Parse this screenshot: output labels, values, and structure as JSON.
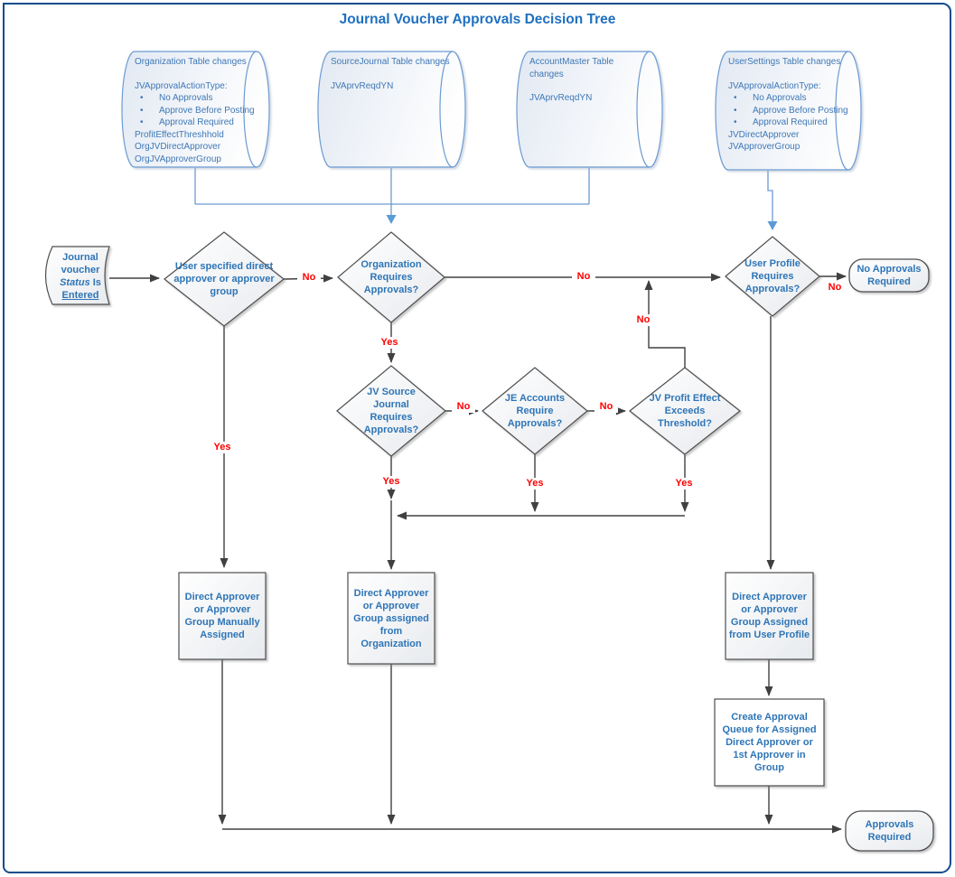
{
  "title": "Journal Voucher Approvals Decision Tree",
  "datastores": [
    {
      "title": "Organization Table changes",
      "header": "JVApprovalActionType:",
      "bullets": [
        "No Approvals",
        "Approve Before Posting",
        "Approval Required"
      ],
      "fields": [
        "ProfitEffectThreshhold",
        "OrgJVDirectApprover",
        "OrgJVApproverGroup"
      ]
    },
    {
      "title": "SourceJournal Table changes",
      "fields": [
        "JVAprvReqdYN"
      ]
    },
    {
      "title": "AccountMaster Table changes",
      "fields": [
        "JVAprvReqdYN"
      ]
    },
    {
      "title": "UserSettings Table changes",
      "header": "JVApprovalActionType:",
      "bullets": [
        "No Approvals",
        "Approve Before Posting",
        "Approval Required"
      ],
      "fields": [
        "JVDirectApprover",
        "JVApproverGroup"
      ]
    }
  ],
  "start": {
    "line1": "Journal",
    "line2": "voucher",
    "line3_italic": "Status",
    "line3_rest": " Is",
    "line4": "Entered"
  },
  "decisions": {
    "user_specified": "User specified direct approver or approver group",
    "org_requires": "Organization Requires Approvals?",
    "user_profile": "User Profile Requires Approvals?",
    "jv_source": "JV Source Journal Requires Approvals?",
    "je_accounts": "JE Accounts Require Approvals?",
    "jv_profit": "JV Profit Effect Exceeds Threshold?"
  },
  "processes": {
    "manual": "Direct Approver or Approver Group Manually Assigned",
    "from_org": "Direct Approver or Approver Group assigned from Organization",
    "from_profile": "Direct Approver or Approver Group Assigned from User Profile",
    "create_queue": "Create Approval Queue for Assigned Direct Approver or 1st Approver in Group"
  },
  "terminators": {
    "no_approvals": "No Approvals Required",
    "approvals": "Approvals Required"
  },
  "edge_labels": {
    "yes": "Yes",
    "no": "No"
  },
  "colors": {
    "title_blue": "#1E70C0",
    "node_text_blue": "#2E75B6",
    "datastore_text_blue": "#3E78B6",
    "datastore_stroke": "#6C9BD2",
    "flow_stroke": "#404040",
    "label_red": "#FF0000",
    "page_border": "#0F4D8C"
  }
}
